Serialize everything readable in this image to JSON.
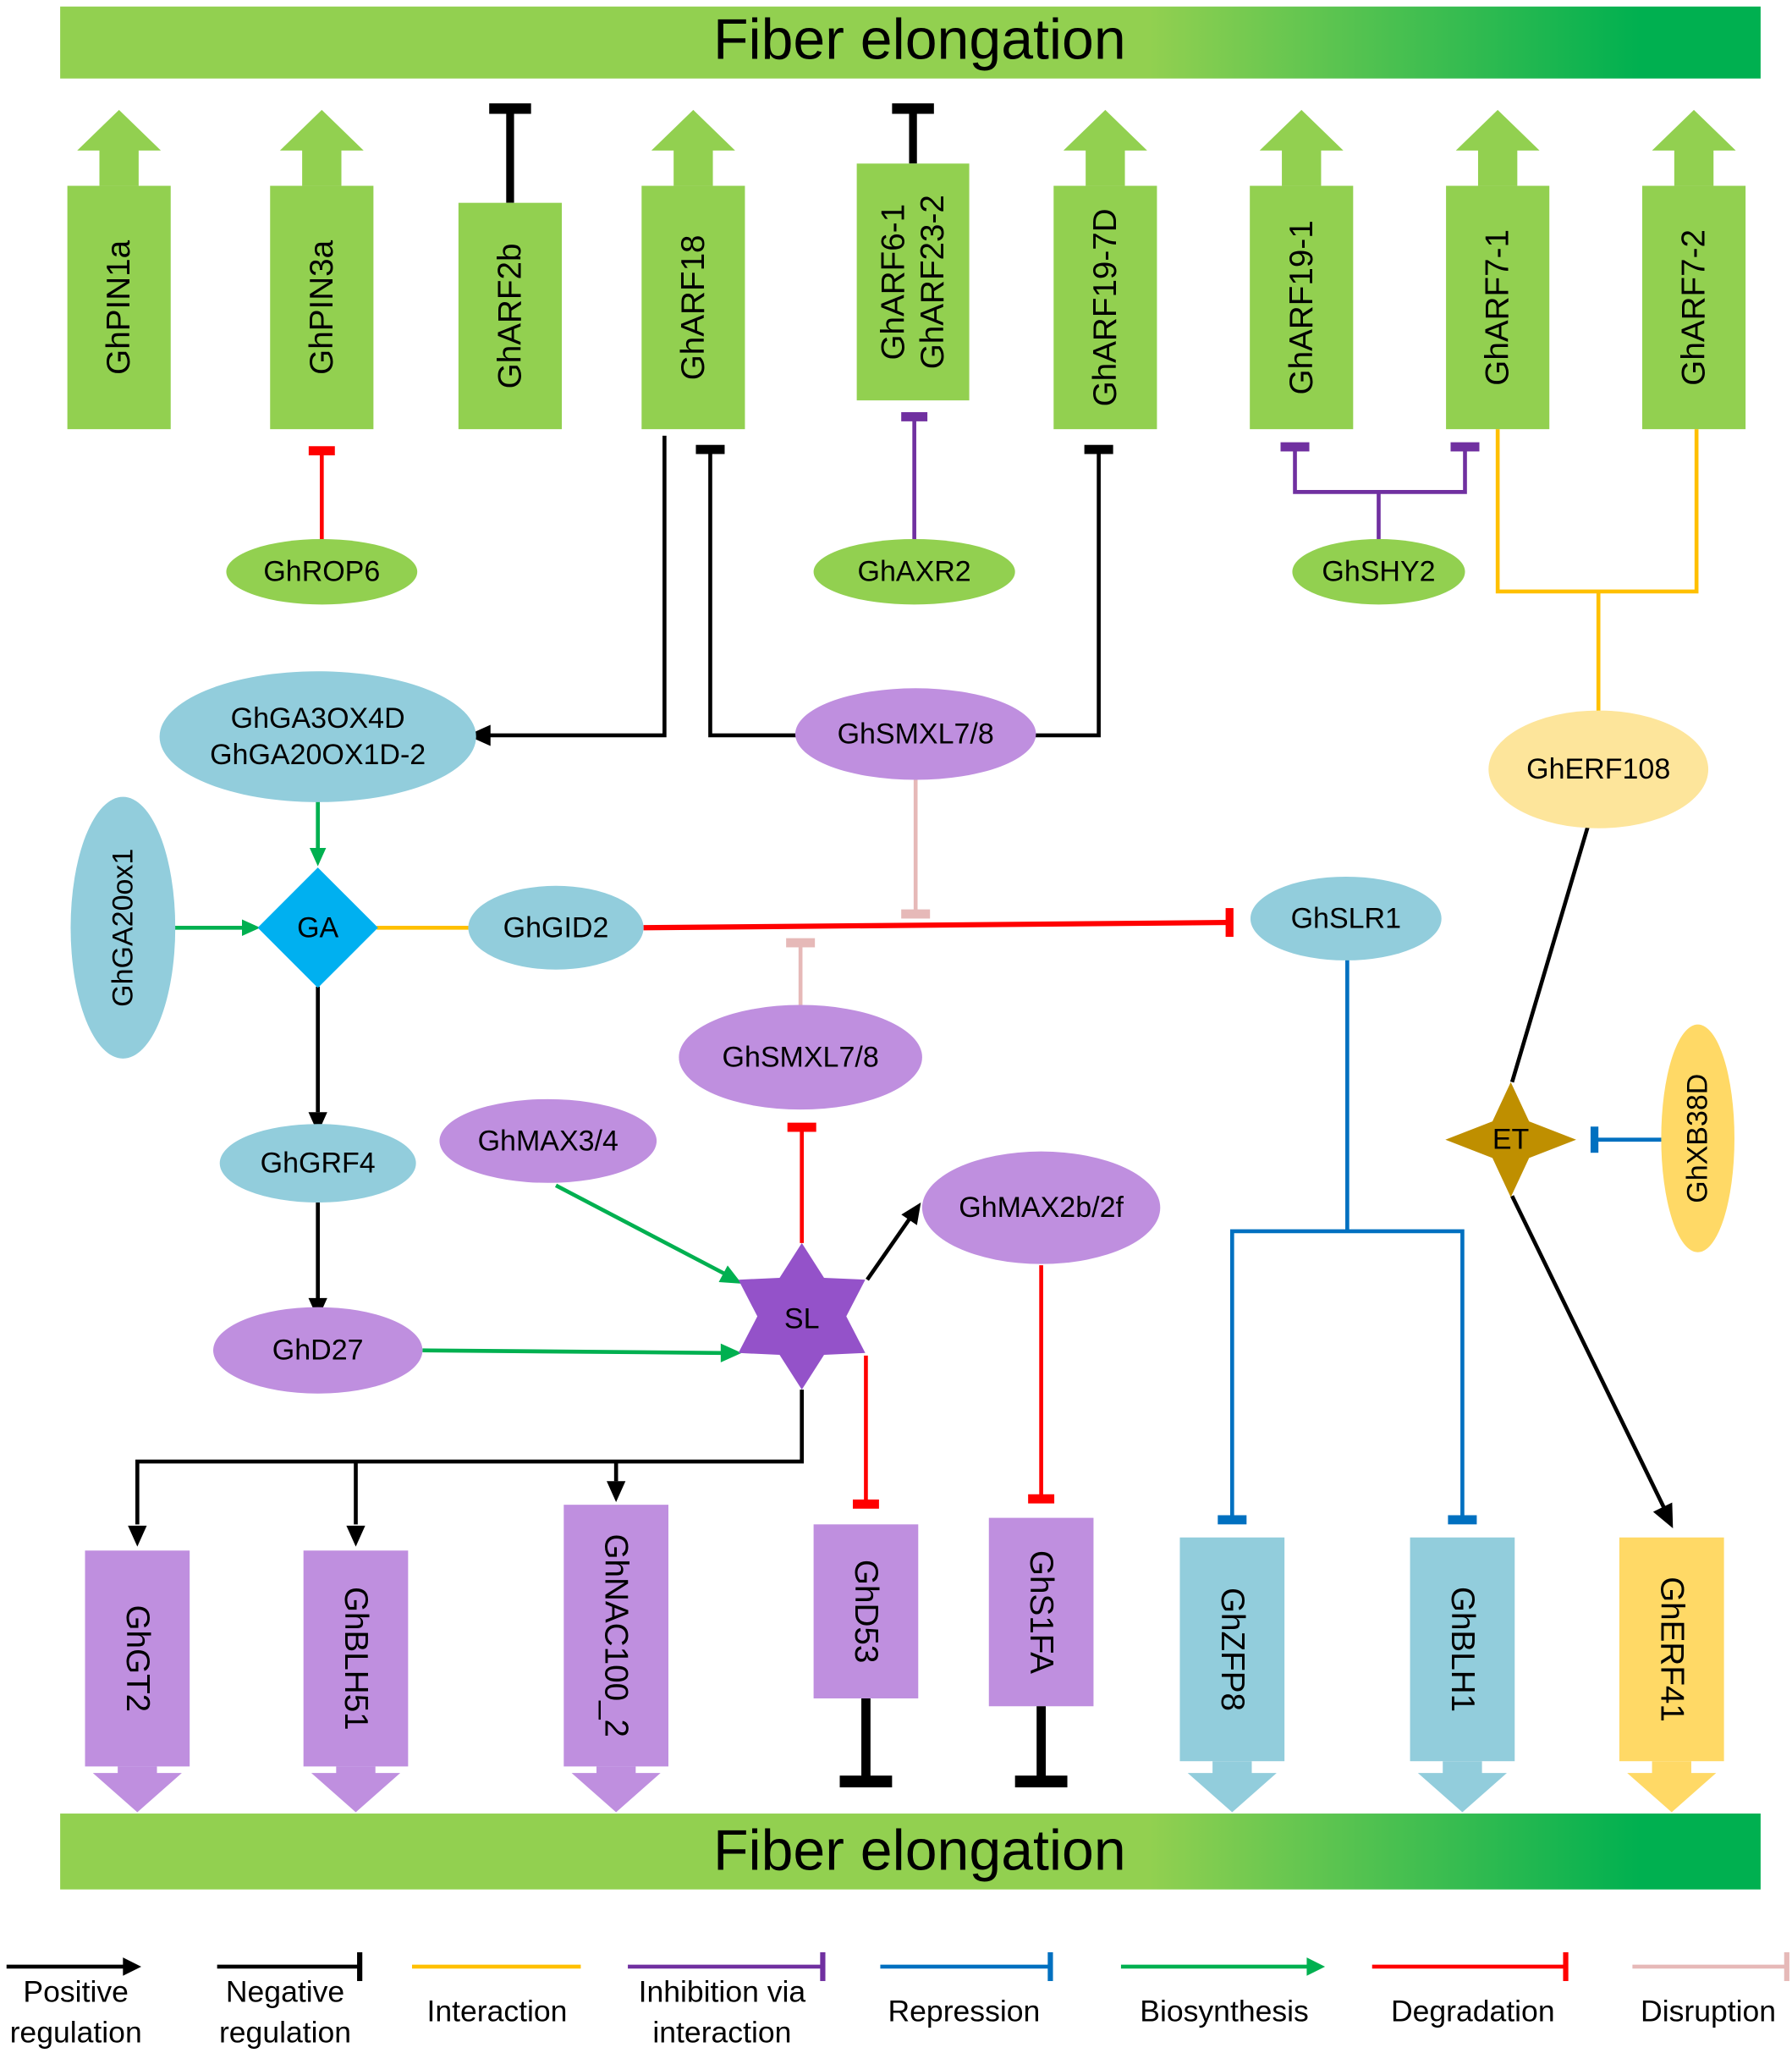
{
  "title": "Fiber elongation regulatory network",
  "colors": {
    "green_box": "#92d050",
    "blue_node": "#92cddc",
    "purple_node": "#bf8fdf",
    "yellow_box": "#ffd966",
    "light_yellow": "#fde59b",
    "ga_diamond": "#00b0f0",
    "sl_star": "#9452c9",
    "et_star": "#bf8f00",
    "banner_light": "#92d050",
    "banner_dark": "#00b050",
    "positive": "#000000",
    "negative": "#000000",
    "interaction": "#ffc000",
    "inhibition_via_interaction": "#7030a0",
    "repression": "#0070c0",
    "biosynthesis": "#00b050",
    "degradation": "#ff0000",
    "disruption": "#e6b9b8"
  },
  "banners": {
    "top": "Fiber elongation",
    "bottom": "Fiber elongation"
  },
  "top_genes": [
    {
      "id": "GhPIN1a",
      "lines": [
        "GhPIN1a"
      ],
      "effect": "promote"
    },
    {
      "id": "GhPIN3a",
      "lines": [
        "GhPIN3a"
      ],
      "effect": "promote"
    },
    {
      "id": "GhARF2b",
      "lines": [
        "GhARF2b"
      ],
      "effect": "inhibit"
    },
    {
      "id": "GhARF18",
      "lines": [
        "GhARF18"
      ],
      "effect": "promote"
    },
    {
      "id": "GhARF6-1/GhARF23-2",
      "lines": [
        "GhARF6-1",
        "GhARF23-2"
      ],
      "effect": "inhibit"
    },
    {
      "id": "GhARF19-7D",
      "lines": [
        "GhARF19-7D"
      ],
      "effect": "promote"
    },
    {
      "id": "GhARF19-1",
      "lines": [
        "GhARF19-1"
      ],
      "effect": "promote"
    },
    {
      "id": "GhARF7-1",
      "lines": [
        "GhARF7-1"
      ],
      "effect": "promote"
    },
    {
      "id": "GhARF7-2",
      "lines": [
        "GhARF7-2"
      ],
      "effect": "promote"
    }
  ],
  "nodes": {
    "GhROP6": "GhROP6",
    "GhAXR2": "GhAXR2",
    "GhSHY2": "GhSHY2",
    "GhGA3OX4D_1": "GhGA3OX4D",
    "GhGA3OX4D_2": "GhGA20OX1D-2",
    "GhSMXL78_top": "GhSMXL7/8",
    "GhERF108": "GhERF108",
    "GhGA20ox1": "GhGA20ox1",
    "GA": "GA",
    "GhGID2": "GhGID2",
    "GhSLR1": "GhSLR1",
    "GhSMXL78_bottom": "GhSMXL7/8",
    "GhGRF4": "GhGRF4",
    "GhMAX34": "GhMAX3/4",
    "SL": "SL",
    "GhMAX2b2f": "GhMAX2b/2f",
    "ET": "ET",
    "GhXB38D": "GhXB38D",
    "GhD27": "GhD27"
  },
  "bottom_genes": [
    {
      "id": "GhGT2",
      "label": "GhGT2",
      "effect": "promote",
      "color": "purple"
    },
    {
      "id": "GhBLH51",
      "label": "GhBLH51",
      "effect": "promote",
      "color": "purple"
    },
    {
      "id": "GhNAC100_2",
      "label": "GhNAC100_2",
      "effect": "promote",
      "color": "purple"
    },
    {
      "id": "GhD53",
      "label": "GhD53",
      "effect": "inhibit",
      "color": "purple"
    },
    {
      "id": "GhS1FA",
      "label": "GhS1FA",
      "effect": "inhibit",
      "color": "purple"
    },
    {
      "id": "GhZFP8",
      "label": "GhZFP8",
      "effect": "promote",
      "color": "blue"
    },
    {
      "id": "GhBLH1",
      "label": "GhBLH1",
      "effect": "promote",
      "color": "blue"
    },
    {
      "id": "GhERF41",
      "label": "GhERF41",
      "effect": "promote",
      "color": "yellow"
    }
  ],
  "edges": [
    {
      "from": "GhROP6",
      "to": "GhPIN3a",
      "type": "degradation"
    },
    {
      "from": "GhAXR2",
      "to": "GhARF6-1/GhARF23-2",
      "type": "inhibition_via_interaction"
    },
    {
      "from": "GhSHY2",
      "to": "GhARF19-1",
      "type": "inhibition_via_interaction"
    },
    {
      "from": "GhSHY2",
      "to": "GhARF7-1",
      "type": "inhibition_via_interaction"
    },
    {
      "from": "GhERF108",
      "to": "GhARF7-1",
      "type": "interaction"
    },
    {
      "from": "GhERF108",
      "to": "GhARF7-2",
      "type": "interaction"
    },
    {
      "from": "GhARF18",
      "to": "GhGA3OX4D/GhGA20OX1D-2",
      "type": "positive"
    },
    {
      "from": "GhSMXL7/8",
      "to": "GhARF18",
      "type": "negative"
    },
    {
      "from": "GhSMXL7/8",
      "to": "GhARF19-7D",
      "type": "negative"
    },
    {
      "from": "GhGA3OX4D/GhGA20OX1D-2",
      "to": "GA",
      "type": "biosynthesis"
    },
    {
      "from": "GhGA20ox1",
      "to": "GA",
      "type": "biosynthesis"
    },
    {
      "from": "GA",
      "to": "GhGID2",
      "type": "interaction"
    },
    {
      "from": "GhGID2",
      "to": "GhSLR1",
      "type": "degradation"
    },
    {
      "from": "GhSMXL7/8 (top)",
      "to": "GhGID2-GhSLR1",
      "type": "disruption"
    },
    {
      "from": "GhSMXL7/8 (bottom)",
      "to": "GhGID2-GhSLR1",
      "type": "disruption"
    },
    {
      "from": "GA",
      "to": "GhGRF4",
      "type": "positive"
    },
    {
      "from": "GhGRF4",
      "to": "GhD27",
      "type": "positive"
    },
    {
      "from": "GhD27",
      "to": "SL",
      "type": "biosynthesis"
    },
    {
      "from": "GhMAX3/4",
      "to": "SL",
      "type": "biosynthesis"
    },
    {
      "from": "SL",
      "to": "GhSMXL7/8 (bottom)",
      "type": "degradation"
    },
    {
      "from": "SL",
      "to": "GhMAX2b/2f",
      "type": "positive"
    },
    {
      "from": "SL",
      "to": "GhD53",
      "type": "degradation"
    },
    {
      "from": "GhMAX2b/2f",
      "to": "GhS1FA",
      "type": "degradation"
    },
    {
      "from": "SL",
      "to": "GhGT2",
      "type": "positive"
    },
    {
      "from": "SL",
      "to": "GhBLH51",
      "type": "positive"
    },
    {
      "from": "SL",
      "to": "GhNAC100_2",
      "type": "positive"
    },
    {
      "from": "GhSLR1",
      "to": "GhZFP8",
      "type": "repression"
    },
    {
      "from": "GhSLR1",
      "to": "GhBLH1",
      "type": "repression"
    },
    {
      "from": "ET",
      "to": "GhERF108",
      "type": "positive"
    },
    {
      "from": "ET",
      "to": "GhERF41",
      "type": "positive"
    },
    {
      "from": "GhXB38D",
      "to": "ET",
      "type": "repression"
    }
  ],
  "legend": [
    {
      "type": "positive",
      "lines": [
        "Positive",
        "regulation"
      ],
      "end": "arrow"
    },
    {
      "type": "negative",
      "lines": [
        "Negative",
        "regulation"
      ],
      "end": "bar"
    },
    {
      "type": "interaction",
      "lines": [
        "Interaction"
      ],
      "end": "none"
    },
    {
      "type": "inhibition_via_interaction",
      "lines": [
        "Inhibition via",
        "interaction"
      ],
      "end": "bar"
    },
    {
      "type": "repression",
      "lines": [
        "Repression"
      ],
      "end": "bar"
    },
    {
      "type": "biosynthesis",
      "lines": [
        "Biosynthesis"
      ],
      "end": "arrow"
    },
    {
      "type": "degradation",
      "lines": [
        "Degradation"
      ],
      "end": "bar"
    },
    {
      "type": "disruption",
      "lines": [
        "Disruption"
      ],
      "end": "bar"
    }
  ]
}
